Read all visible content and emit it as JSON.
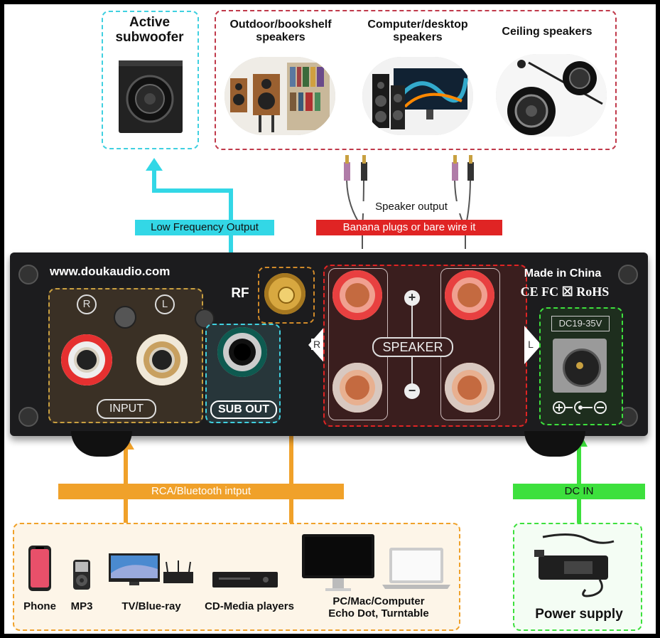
{
  "top": {
    "subwoofer_label": "Active\nsubwoofer",
    "speakers": [
      {
        "label": "Outdoor/bookshelf\nspeakers"
      },
      {
        "label": "Computer/desktop\nspeakers"
      },
      {
        "label": "Ceiling speakers"
      }
    ]
  },
  "bands": {
    "low_freq": "Low Frequency Output",
    "speaker_output": "Speaker output",
    "banana": "Banana plugs or bare wire it",
    "rca": "RCA/Bluetooth intput",
    "dc_in": "DC IN"
  },
  "amp": {
    "website": "www.doukaudio.com",
    "rca_r": "R",
    "rca_l": "L",
    "input_label": "INPUT",
    "sub_out_label": "SUB OUT",
    "rf_label": "RF",
    "speaker_label": "SPEAKER",
    "plus": "+",
    "minus": "−",
    "r_tag": "R",
    "l_tag": "L",
    "made_in": "Made in China",
    "cert_marks": "CE FC ☒ RoHS",
    "dc_rating": "DC19-35V"
  },
  "sources": [
    {
      "label": "Phone"
    },
    {
      "label": "MP3"
    },
    {
      "label": "TV/Blue-ray"
    },
    {
      "label": "CD-Media players"
    },
    {
      "label": "PC/Mac/Computer\nEcho Dot, Turntable"
    }
  ],
  "power": {
    "label": "Power supply"
  },
  "colors": {
    "cyan": "#33d7e6",
    "red": "#e02424",
    "orange": "#f0a12a",
    "green": "#3de03d",
    "dark_red_dash": "#c0394a"
  }
}
